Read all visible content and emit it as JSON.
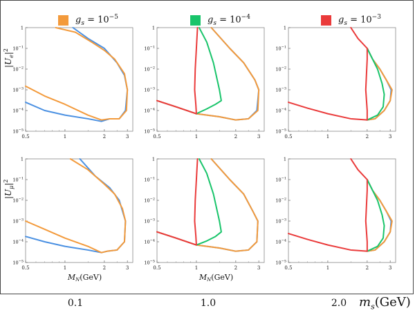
{
  "legend": [
    {
      "label": "g_s = 10^{-5}",
      "color": "#f39a3b"
    },
    {
      "label": "g_s = 10^{-4}",
      "color": "#18c46a"
    },
    {
      "label": "g_s = 10^{-3}",
      "color": "#ea3a3a"
    }
  ],
  "legend_text": {
    "g": "g",
    "s": "s",
    "eq": " = 10",
    "exp": [
      "−5",
      "−4",
      "−3"
    ]
  },
  "row_labels": [
    "|U_e|^2",
    "|U_μ|^2"
  ],
  "row_label_parts": {
    "e": {
      "main": "|U",
      "sub": "e",
      "tail": "|",
      "sup": "2"
    },
    "mu": {
      "main": "|U",
      "sub": "μ",
      "tail": "|",
      "sup": "2"
    }
  },
  "x_axis_label": "M_N(GeV)",
  "x_axis_parts": {
    "main": "M",
    "sub": "N",
    "tail": "(GeV)"
  },
  "ms_labels": [
    "0.1",
    "1.0",
    "2.0"
  ],
  "ms_title": {
    "main": "m",
    "sub": "s",
    "tail": "(GeV)"
  },
  "colors": {
    "blue": "#4a90e2",
    "orange": "#f39a3b",
    "green": "#18c46a",
    "red": "#ea3a3a",
    "frame": "#444444"
  },
  "chart_data": [
    {
      "type": "line",
      "row": 0,
      "col": 0,
      "x_scale": "log",
      "y_scale": "log",
      "xlim": [
        0.5,
        3.3
      ],
      "ylim": [
        1e-05,
        1
      ],
      "xticks": [
        "0.5",
        "1",
        "2",
        "3"
      ],
      "yticks": [
        "10^{-5}",
        "10^{-4}",
        "10^{-3}",
        "10^{-2}",
        "10^{-1}",
        "1"
      ],
      "series": [
        {
          "color": "#4a90e2",
          "x": [
            1.15,
            1.5,
            2.0,
            2.5,
            2.85,
            3.0,
            2.9,
            2.6,
            2.2,
            1.9,
            1.5,
            1.0,
            0.7,
            0.5
          ],
          "y": [
            1,
            0.3,
            0.1,
            0.02,
            0.005,
            0.001,
            0.0001,
            4e-05,
            4e-05,
            3e-05,
            4e-05,
            6e-05,
            0.0001,
            0.00025
          ]
        },
        {
          "color": "#f39a3b",
          "x": [
            0.85,
            1.2,
            1.6,
            2.0,
            2.4,
            2.85,
            3.0,
            2.95,
            2.6,
            2.2,
            1.9,
            1.5,
            1.0,
            0.7,
            0.5
          ],
          "y": [
            1,
            0.6,
            0.2,
            0.08,
            0.03,
            0.006,
            0.001,
            0.0001,
            4e-05,
            4e-05,
            3.5e-05,
            6e-05,
            0.0002,
            0.0005,
            0.0015
          ]
        }
      ]
    },
    {
      "type": "line",
      "row": 0,
      "col": 1,
      "x_scale": "log",
      "y_scale": "log",
      "xlim": [
        0.5,
        3.3
      ],
      "ylim": [
        1e-05,
        1
      ],
      "xticks": [
        "0.5",
        "1",
        "2",
        "3"
      ],
      "yticks": [
        "10^{-5}",
        "10^{-4}",
        "10^{-3}",
        "10^{-2}",
        "10^{-1}",
        "1"
      ],
      "series": [
        {
          "color": "#4a90e2",
          "x": [
            1.3,
            1.8,
            2.3,
            2.8,
            3.0,
            2.9,
            2.5,
            2.0,
            1.5,
            1.0,
            0.7,
            0.5
          ],
          "y": [
            1,
            0.1,
            0.02,
            0.003,
            0.001,
            0.0001,
            4e-05,
            3.5e-05,
            5e-05,
            7e-05,
            0.00015,
            0.0003
          ]
        },
        {
          "color": "#f39a3b",
          "x": [
            1.3,
            1.8,
            2.3,
            2.8,
            3.0,
            2.95,
            2.5,
            2.0,
            1.5,
            1.0,
            0.7,
            0.5
          ],
          "y": [
            1,
            0.1,
            0.02,
            0.003,
            0.001,
            0.0001,
            4e-05,
            3.5e-05,
            5e-05,
            7e-05,
            0.00015,
            0.0003
          ]
        },
        {
          "color": "#18c46a",
          "x": [
            1.05,
            1.2,
            1.35,
            1.5,
            1.55,
            1.4,
            1.2,
            1.0
          ],
          "y": [
            1,
            0.2,
            0.02,
            0.001,
            0.0003,
            0.0002,
            0.00012,
            7e-05
          ]
        },
        {
          "color": "#ea3a3a",
          "x": [
            1.02,
            1.0,
            0.98,
            0.97,
            0.99,
            1.0,
            0.7,
            0.5
          ],
          "y": [
            1,
            0.1,
            0.01,
            0.001,
            0.0002,
            7e-05,
            0.00015,
            0.0003
          ]
        }
      ]
    },
    {
      "type": "line",
      "row": 0,
      "col": 2,
      "x_scale": "log",
      "y_scale": "log",
      "xlim": [
        0.5,
        3.3
      ],
      "ylim": [
        1e-05,
        1
      ],
      "xticks": [
        "0.5",
        "1",
        "2",
        "3"
      ],
      "yticks": [
        "10^{-5}",
        "10^{-4}",
        "10^{-3}",
        "10^{-2}",
        "10^{-1}",
        "1"
      ],
      "series": [
        {
          "color": "#4a90e2",
          "x": [
            2.0,
            2.2,
            2.5,
            2.8,
            3.05,
            3.0,
            2.7,
            2.3,
            2.0
          ],
          "y": [
            0.1,
            0.03,
            0.01,
            0.003,
            0.001,
            0.0003,
            0.0001,
            4e-05,
            3.5e-05
          ]
        },
        {
          "color": "#f39a3b",
          "x": [
            2.0,
            2.2,
            2.5,
            2.8,
            3.1,
            3.0,
            2.7,
            2.3,
            2.0
          ],
          "y": [
            0.1,
            0.03,
            0.01,
            0.003,
            0.001,
            0.0003,
            0.0001,
            4e-05,
            3.5e-05
          ]
        },
        {
          "color": "#18c46a",
          "x": [
            2.0,
            2.2,
            2.4,
            2.6,
            2.7,
            2.65,
            2.4,
            2.0
          ],
          "y": [
            0.1,
            0.03,
            0.01,
            0.002,
            0.0006,
            0.00015,
            6e-05,
            3.5e-05
          ]
        },
        {
          "color": "#ea3a3a",
          "x": [
            1.5,
            1.7,
            2.0,
            2.0,
            1.95,
            2.0,
            2.0,
            1.5,
            1.0,
            0.7,
            0.5
          ],
          "y": [
            1,
            0.3,
            0.1,
            0.03,
            0.001,
            0.0001,
            3.5e-05,
            4e-05,
            7e-05,
            0.00013,
            0.00025
          ]
        }
      ]
    },
    {
      "type": "line",
      "row": 1,
      "col": 0,
      "x_scale": "log",
      "y_scale": "log",
      "xlim": [
        0.5,
        3.3
      ],
      "ylim": [
        1e-05,
        1
      ],
      "xticks": [
        "0.5",
        "1",
        "2",
        "3"
      ],
      "yticks": [
        "10^{-5}",
        "10^{-4}",
        "10^{-3}",
        "10^{-2}",
        "10^{-1}",
        "1"
      ],
      "series": [
        {
          "color": "#4a90e2",
          "x": [
            1.3,
            1.7,
            2.2,
            2.6,
            2.9,
            2.85,
            2.5,
            2.1,
            1.9,
            1.5,
            1.0,
            0.7,
            0.5
          ],
          "y": [
            1,
            0.15,
            0.04,
            0.01,
            0.001,
            0.0001,
            4e-05,
            3.5e-05,
            3e-05,
            4e-05,
            6e-05,
            0.0001,
            0.00018
          ]
        },
        {
          "color": "#f39a3b",
          "x": [
            1.1,
            1.5,
            2.0,
            2.4,
            2.75,
            2.9,
            2.85,
            2.5,
            2.1,
            1.9,
            1.5,
            1.0,
            0.7,
            0.5
          ],
          "y": [
            1,
            0.3,
            0.06,
            0.02,
            0.004,
            0.001,
            0.0001,
            4e-05,
            3.5e-05,
            3e-05,
            6e-05,
            0.00015,
            0.0004,
            0.001
          ]
        }
      ]
    },
    {
      "type": "line",
      "row": 1,
      "col": 1,
      "x_scale": "log",
      "y_scale": "log",
      "xlim": [
        0.5,
        3.3
      ],
      "ylim": [
        1e-05,
        1
      ],
      "xticks": [
        "0.5",
        "1",
        "2",
        "3"
      ],
      "yticks": [
        "10^{-5}",
        "10^{-4}",
        "10^{-3}",
        "10^{-2}",
        "10^{-1}",
        "1"
      ],
      "series": [
        {
          "color": "#4a90e2",
          "x": [
            1.3,
            1.8,
            2.3,
            2.7,
            2.95,
            2.9,
            2.5,
            2.0,
            1.5,
            1.0,
            0.7,
            0.5
          ],
          "y": [
            1,
            0.1,
            0.02,
            0.003,
            0.001,
            0.0001,
            4e-05,
            3.5e-05,
            5e-05,
            7e-05,
            0.00015,
            0.0003
          ]
        },
        {
          "color": "#f39a3b",
          "x": [
            1.3,
            1.8,
            2.3,
            2.7,
            2.95,
            2.9,
            2.5,
            2.0,
            1.5,
            1.0,
            0.7,
            0.5
          ],
          "y": [
            1,
            0.1,
            0.02,
            0.003,
            0.001,
            0.0001,
            4e-05,
            3.5e-05,
            5e-05,
            7e-05,
            0.00015,
            0.0003
          ]
        },
        {
          "color": "#18c46a",
          "x": [
            1.05,
            1.2,
            1.35,
            1.5,
            1.55,
            1.4,
            1.2,
            1.0
          ],
          "y": [
            1,
            0.2,
            0.02,
            0.001,
            0.0003,
            0.00018,
            0.00011,
            7e-05
          ]
        },
        {
          "color": "#ea3a3a",
          "x": [
            1.02,
            1.0,
            0.98,
            0.97,
            0.99,
            1.0,
            0.7,
            0.5
          ],
          "y": [
            1,
            0.1,
            0.01,
            0.001,
            0.0002,
            7e-05,
            0.00015,
            0.0003
          ]
        }
      ]
    },
    {
      "type": "line",
      "row": 1,
      "col": 2,
      "x_scale": "log",
      "y_scale": "log",
      "xlim": [
        0.5,
        3.3
      ],
      "ylim": [
        1e-05,
        1
      ],
      "xticks": [
        "0.5",
        "1",
        "2",
        "3"
      ],
      "yticks": [
        "10^{-5}",
        "10^{-4}",
        "10^{-3}",
        "10^{-2}",
        "10^{-1}",
        "1"
      ],
      "series": [
        {
          "color": "#4a90e2",
          "x": [
            2.0,
            2.2,
            2.5,
            2.8,
            3.05,
            3.0,
            2.7,
            2.3,
            2.0
          ],
          "y": [
            0.1,
            0.03,
            0.01,
            0.003,
            0.001,
            0.0003,
            0.0001,
            4e-05,
            3.5e-05
          ]
        },
        {
          "color": "#f39a3b",
          "x": [
            2.0,
            2.2,
            2.5,
            2.8,
            3.1,
            3.0,
            2.7,
            2.3,
            2.0
          ],
          "y": [
            0.1,
            0.03,
            0.01,
            0.003,
            0.001,
            0.0003,
            0.0001,
            4e-05,
            3.5e-05
          ]
        },
        {
          "color": "#18c46a",
          "x": [
            2.0,
            2.2,
            2.4,
            2.6,
            2.7,
            2.65,
            2.4,
            2.0
          ],
          "y": [
            0.1,
            0.03,
            0.01,
            0.002,
            0.0006,
            0.00015,
            6e-05,
            3.5e-05
          ]
        },
        {
          "color": "#ea3a3a",
          "x": [
            1.5,
            1.7,
            2.0,
            2.0,
            1.95,
            2.0,
            2.0,
            1.5,
            1.0,
            0.7,
            0.5
          ],
          "y": [
            1,
            0.3,
            0.1,
            0.03,
            0.001,
            0.0001,
            3.5e-05,
            4e-05,
            7e-05,
            0.00013,
            0.00025
          ]
        }
      ]
    }
  ]
}
